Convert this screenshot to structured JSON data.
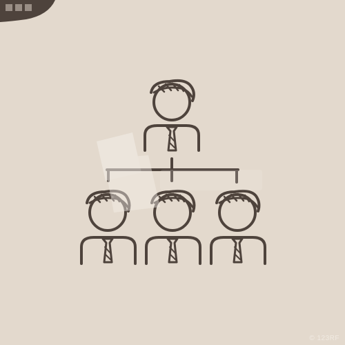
{
  "colors": {
    "background": "#e3d9cd",
    "ink": "#4e433c",
    "badge": "#4e433c",
    "watermark": "#f4efe9"
  },
  "badge": {
    "icon": "corner-logo-badge"
  },
  "watermark": {
    "icon": "photo-stock-watermark",
    "text": "© 123RF"
  },
  "illustration": {
    "icon": "team-hierarchy-sketch-icon",
    "people": [
      {
        "role": "leader"
      },
      {
        "role": "member"
      },
      {
        "role": "member"
      },
      {
        "role": "member"
      }
    ]
  },
  "footer": {
    "credit": "© 123RF"
  }
}
